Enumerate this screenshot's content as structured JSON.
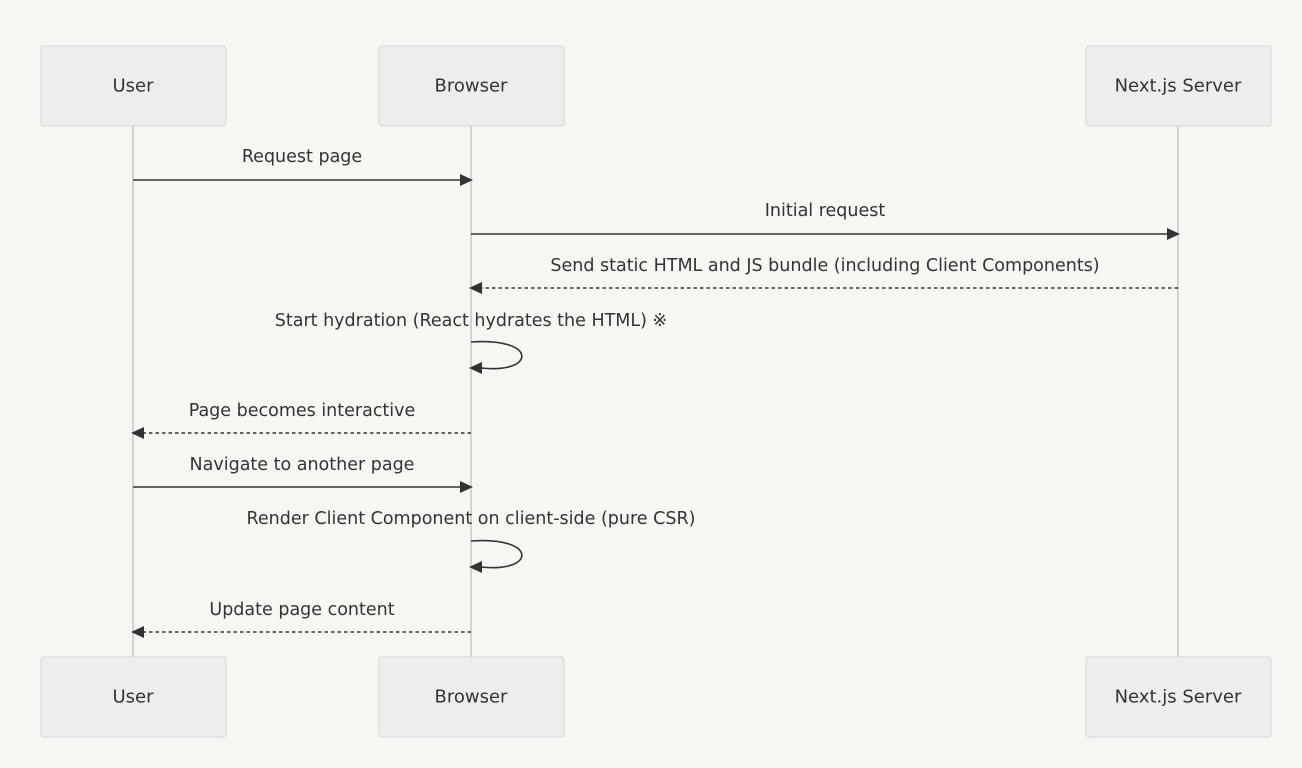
{
  "diagram": {
    "type": "sequence",
    "participants": [
      {
        "id": "user",
        "label": "User"
      },
      {
        "id": "browser",
        "label": "Browser"
      },
      {
        "id": "server",
        "label": "Next.js Server"
      }
    ],
    "messages": [
      {
        "from": "user",
        "to": "browser",
        "label": "Request page",
        "style": "solid"
      },
      {
        "from": "browser",
        "to": "server",
        "label": "Initial request",
        "style": "solid"
      },
      {
        "from": "server",
        "to": "browser",
        "label": "Send static HTML and JS bundle (including Client Components)",
        "style": "dashed"
      },
      {
        "from": "browser",
        "to": "browser",
        "label": "Start hydration (React hydrates the HTML) ※",
        "style": "solid"
      },
      {
        "from": "browser",
        "to": "user",
        "label": "Page becomes interactive",
        "style": "dashed"
      },
      {
        "from": "user",
        "to": "browser",
        "label": "Navigate to another page",
        "style": "solid"
      },
      {
        "from": "browser",
        "to": "browser",
        "label": "Render Client Component on client-side (pure CSR)",
        "style": "solid"
      },
      {
        "from": "browser",
        "to": "user",
        "label": "Update page content",
        "style": "dashed"
      }
    ]
  }
}
